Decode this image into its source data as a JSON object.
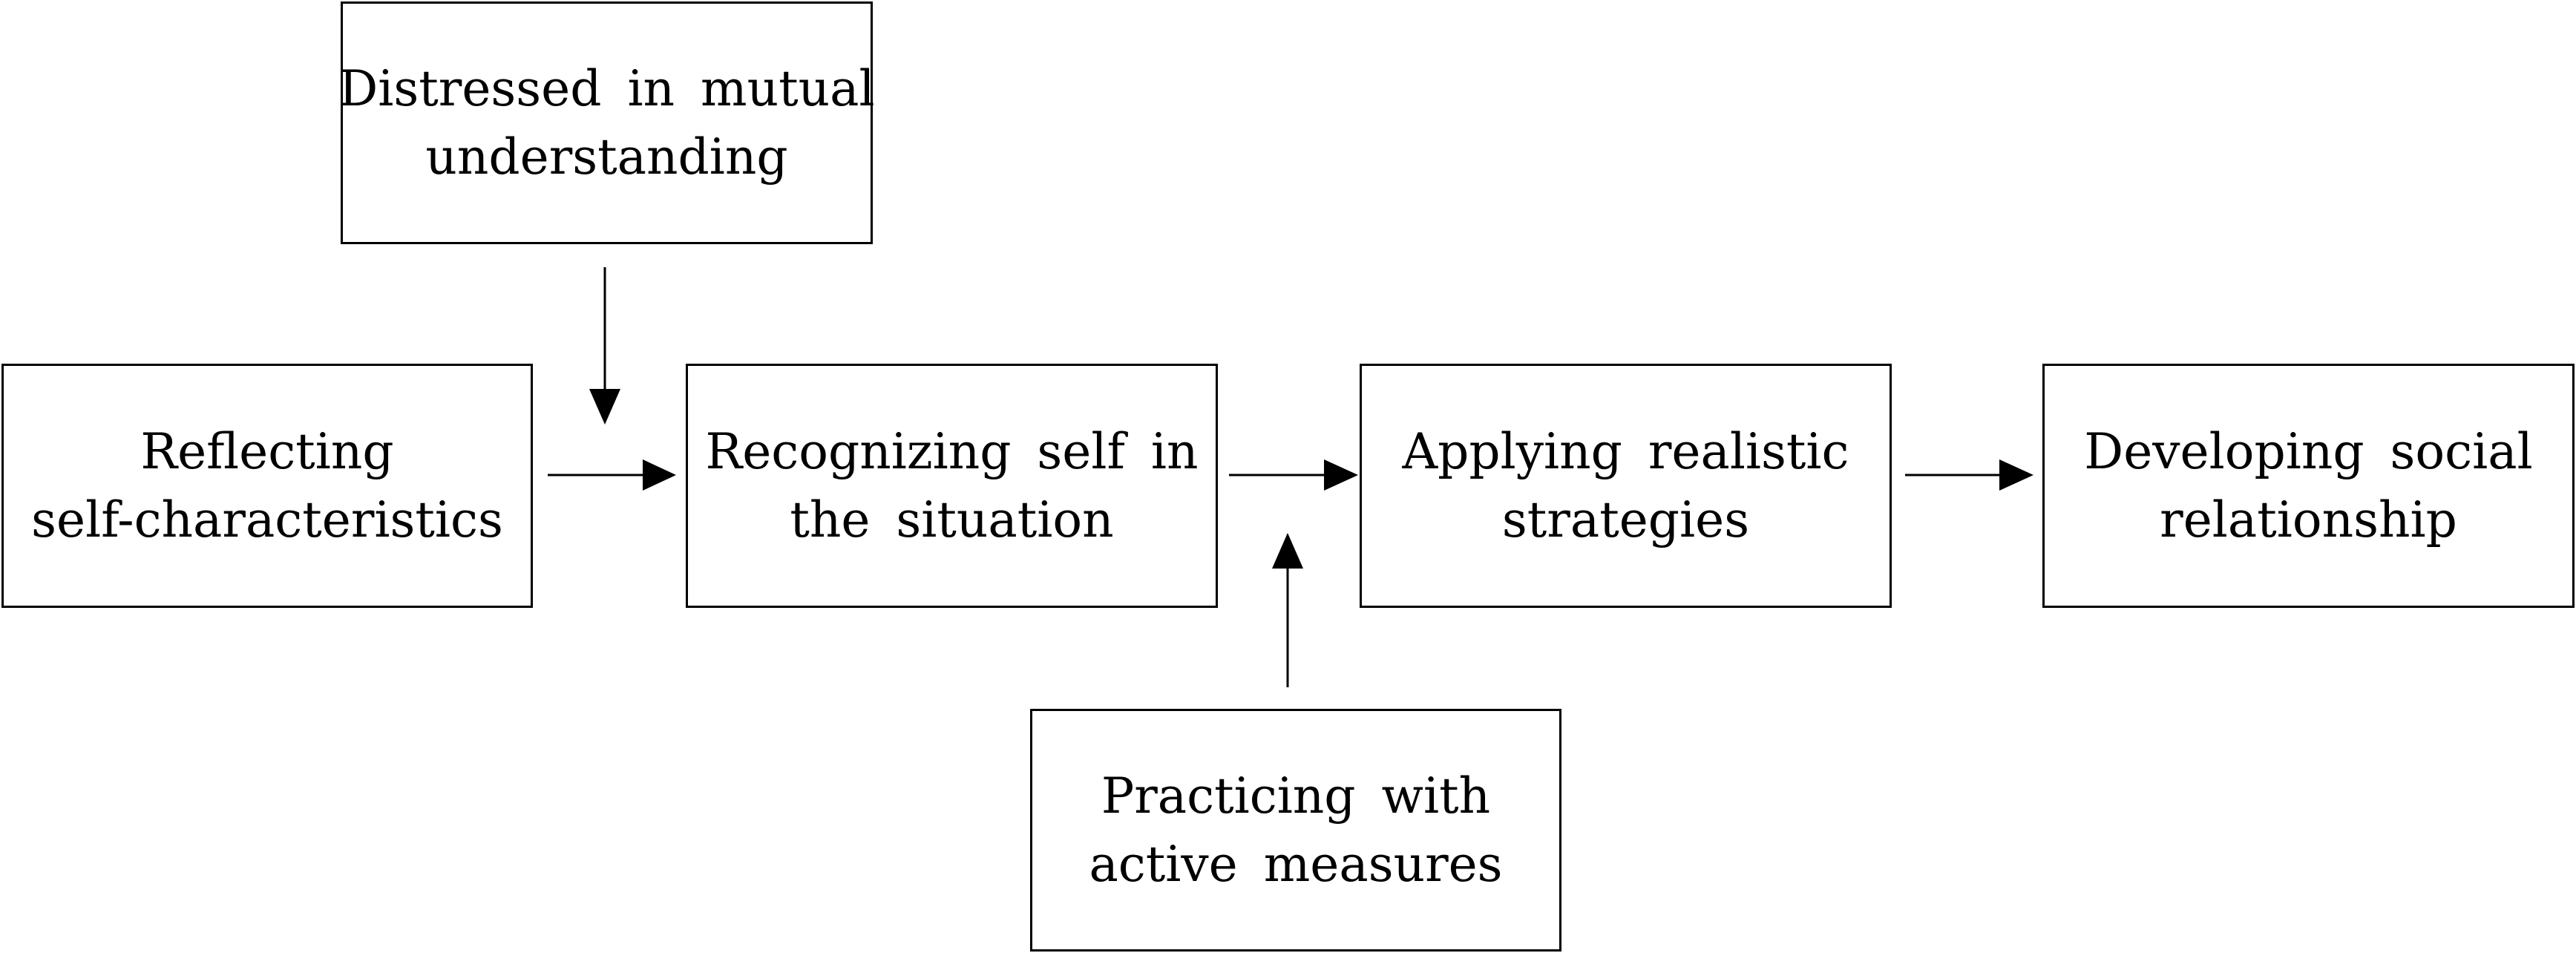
{
  "boxes": {
    "reflecting": {
      "line1": "Reflecting",
      "line2": "self-characteristics"
    },
    "recognizing": {
      "line1": "Recognizing self in",
      "line2": "the situation"
    },
    "applying": {
      "line1": "Applying realistic",
      "line2": "strategies"
    },
    "developing": {
      "line1": "Developing social",
      "line2": "relationship"
    },
    "distressed": {
      "line1": "Distressed in mutual",
      "line2": "understanding"
    },
    "practicing": {
      "line1": "Practicing with",
      "line2": "active measures"
    }
  },
  "colors": {
    "stroke": "#000000",
    "background": "#ffffff"
  }
}
